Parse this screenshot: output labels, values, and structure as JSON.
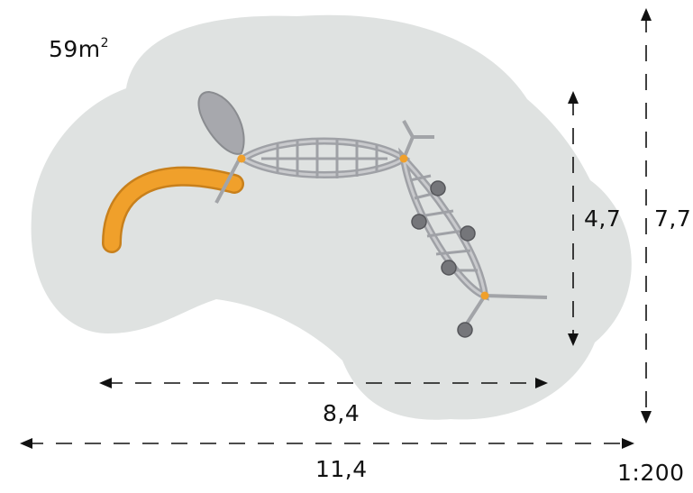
{
  "area": {
    "value": "59m",
    "superscript": "2"
  },
  "dimensions": {
    "inner_width": "8,4",
    "outer_width": "11,4",
    "inner_height": "4,7",
    "outer_height": "7,7"
  },
  "scale": "1:200",
  "colors": {
    "safety_zone": "#dfe2e1",
    "equipment": "#aeafb4",
    "equipment_dark": "#8a8c90",
    "accent_orange": "#f0a02b",
    "dimension_line": "#111111"
  }
}
